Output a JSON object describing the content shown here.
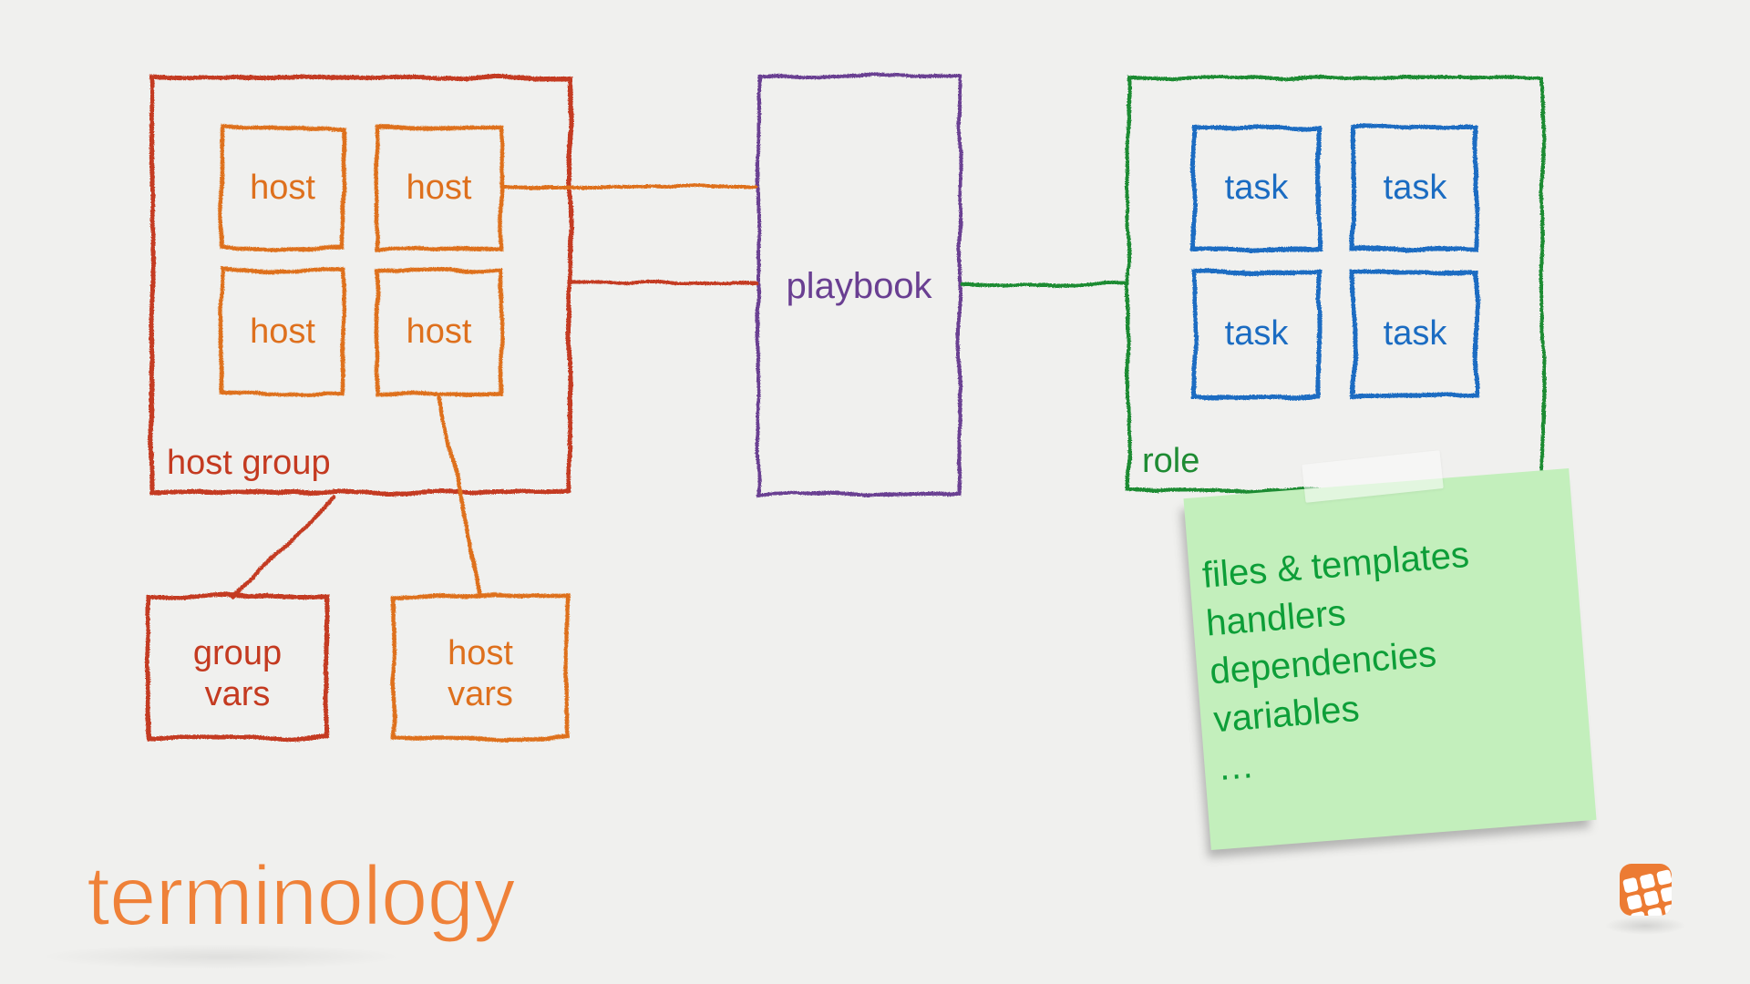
{
  "slide": {
    "title": "terminology",
    "background": "#f0f0ee"
  },
  "colors": {
    "red": "#c43a20",
    "orange": "#de701d",
    "purple": "#6a3f92",
    "blue": "#1b6cc2",
    "green": "#1e8b33",
    "sticky_bg": "#c3efbc",
    "sticky_text": "#0d9e38",
    "title_orange": "#ef8138",
    "logo_orange": "#ec7b33"
  },
  "diagram": {
    "host_group": {
      "label": "host group",
      "hosts": [
        "host",
        "host",
        "host",
        "host"
      ]
    },
    "playbook": {
      "label": "playbook"
    },
    "role": {
      "label": "role",
      "tasks": [
        "task",
        "task",
        "task",
        "task"
      ]
    },
    "group_vars": {
      "line1": "group",
      "line2": "vars"
    },
    "host_vars": {
      "line1": "host",
      "line2": "vars"
    },
    "sticky_note": {
      "lines": [
        "files & templates",
        "handlers",
        "dependencies",
        "variables",
        "…"
      ]
    }
  }
}
